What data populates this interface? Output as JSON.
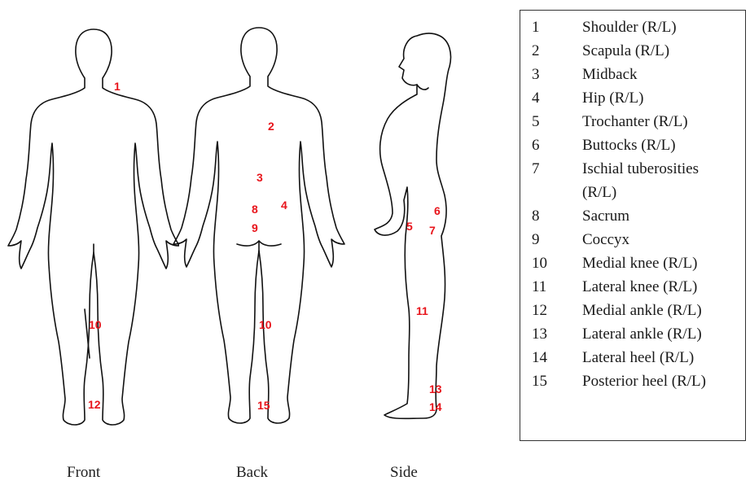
{
  "markers": {
    "front": [
      {
        "label": "1"
      },
      {
        "label": "10"
      },
      {
        "label": "12"
      }
    ],
    "back": [
      {
        "label": "2"
      },
      {
        "label": "3"
      },
      {
        "label": "8"
      },
      {
        "label": "4"
      },
      {
        "label": "9"
      },
      {
        "label": "10"
      },
      {
        "label": "15"
      }
    ],
    "side": [
      {
        "label": "6"
      },
      {
        "label": "5"
      },
      {
        "label": "7"
      },
      {
        "label": "11"
      },
      {
        "label": "13"
      },
      {
        "label": "14"
      }
    ]
  },
  "views": {
    "front": "Front",
    "back": "Back",
    "side": "Side"
  },
  "legend": [
    {
      "num": "1",
      "text": "Shoulder (R/L)"
    },
    {
      "num": "2",
      "text": "Scapula (R/L)"
    },
    {
      "num": "3",
      "text": "Midback"
    },
    {
      "num": "4",
      "text": "Hip (R/L)"
    },
    {
      "num": "5",
      "text": "Trochanter (R/L)"
    },
    {
      "num": "6",
      "text": "Buttocks (R/L)"
    },
    {
      "num": "7",
      "text": "Ischial tuberosities",
      "text2": "(R/L)"
    },
    {
      "num": "8",
      "text": "Sacrum"
    },
    {
      "num": "9",
      "text": "Coccyx"
    },
    {
      "num": "10",
      "text": "Medial knee (R/L)"
    },
    {
      "num": "11",
      "text": "Lateral knee (R/L)"
    },
    {
      "num": "12",
      "text": "Medial ankle (R/L)"
    },
    {
      "num": "13",
      "text": "Lateral ankle (R/L)"
    },
    {
      "num": "14",
      "text": "Lateral heel (R/L)"
    },
    {
      "num": "15",
      "text": "Posterior heel (R/L)"
    }
  ],
  "colors": {
    "marker": "#e8141b",
    "outline": "#111111"
  }
}
